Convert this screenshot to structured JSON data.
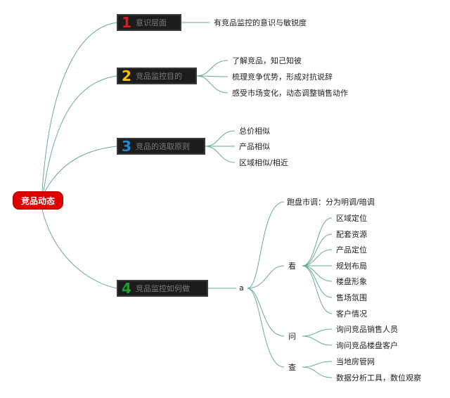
{
  "root": {
    "label": "竞品动态"
  },
  "branches": [
    {
      "num": "1",
      "color": "#e01a1a",
      "label": "意识层面",
      "children": [
        "有竞品监控的意识与敏锐度"
      ]
    },
    {
      "num": "2",
      "color": "#f5c400",
      "label": "竞品监控目的",
      "children": [
        "了解竞品，知己知彼",
        "梳理竞争优势，形成对抗说辞",
        "感受市场变化，动态调整销售动作"
      ]
    },
    {
      "num": "3",
      "color": "#1e88d6",
      "label": "竞品的选取原则",
      "children": [
        "总价相似",
        "产品相似",
        "区域相似/相近"
      ]
    },
    {
      "num": "4",
      "color": "#1aa12b",
      "label": "竞品监控如何做",
      "sub_label": "a",
      "sub_children": {
        "first": "跑盘市调：分为明调/暗调",
        "look": {
          "label": "看",
          "items": [
            "区域定位",
            "配套资源",
            "产品定位",
            "规划布局",
            "楼盘形象",
            "售场氛围",
            "客户情况"
          ]
        },
        "ask": {
          "label": "问",
          "items": [
            "询问竞品销售人员",
            "询问竞品楼盘客户"
          ]
        },
        "check": {
          "label": "查",
          "items": [
            "当地房管网",
            "数据分析工具，数位观察"
          ]
        }
      }
    }
  ],
  "colors": {
    "line": "#6aa995",
    "root_bg": "#e00000",
    "box_bg": "#1c1c1c"
  }
}
